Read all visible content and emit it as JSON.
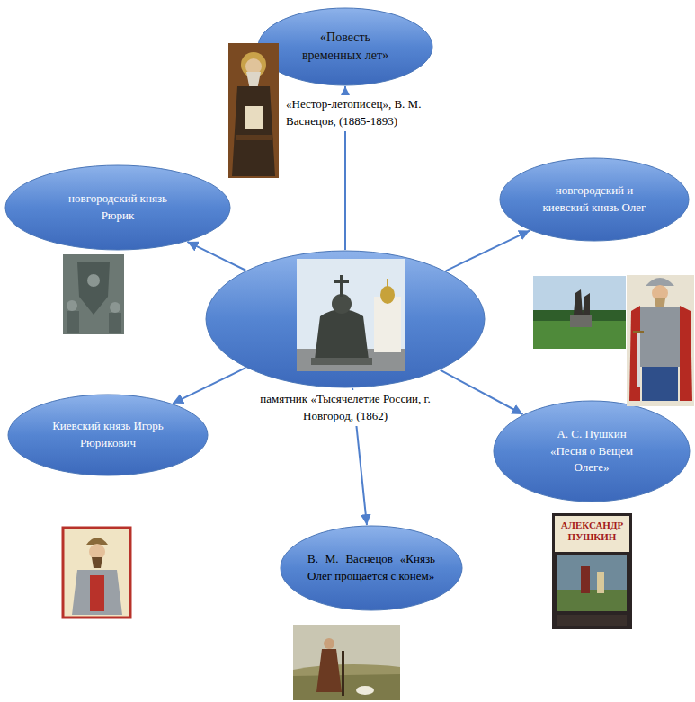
{
  "diagram": {
    "nodes": [
      {
        "text": [
          "«Повесть временных лет»"
        ]
      },
      {
        "text": [
          "новгородский князь Рюрик"
        ]
      },
      {
        "text": [
          "новгородский и киевский князь Олег"
        ]
      },
      {
        "text": [
          "памятник «Тысячелетие России, г. Новгород, (1862)"
        ]
      },
      {
        "text": [
          "Киевский князь Игорь Рюрикович"
        ]
      },
      {
        "text": [
          "А. С. Пушкин «Песня о Вещем Олеге»"
        ]
      },
      {
        "text": [
          "В. М. Васнецов «Князь Олег прощается с конем»"
        ]
      }
    ],
    "edges": [
      {
        "from": 3,
        "to": 0,
        "arrow": "to"
      },
      {
        "from": 3,
        "to": 1,
        "arrow": "to"
      },
      {
        "from": 3,
        "to": 2,
        "arrow": "to"
      },
      {
        "from": 3,
        "to": 4,
        "arrow": "to"
      },
      {
        "from": 3,
        "to": 5,
        "arrow": "to"
      },
      {
        "from": 3,
        "to": 6,
        "arrow": "to"
      }
    ],
    "labels": [
      "«Нестор-летописец», В. М. Васнецов, (1885-1893)",
      "АЛЕКСАНДР ПУШКИН"
    ]
  }
}
